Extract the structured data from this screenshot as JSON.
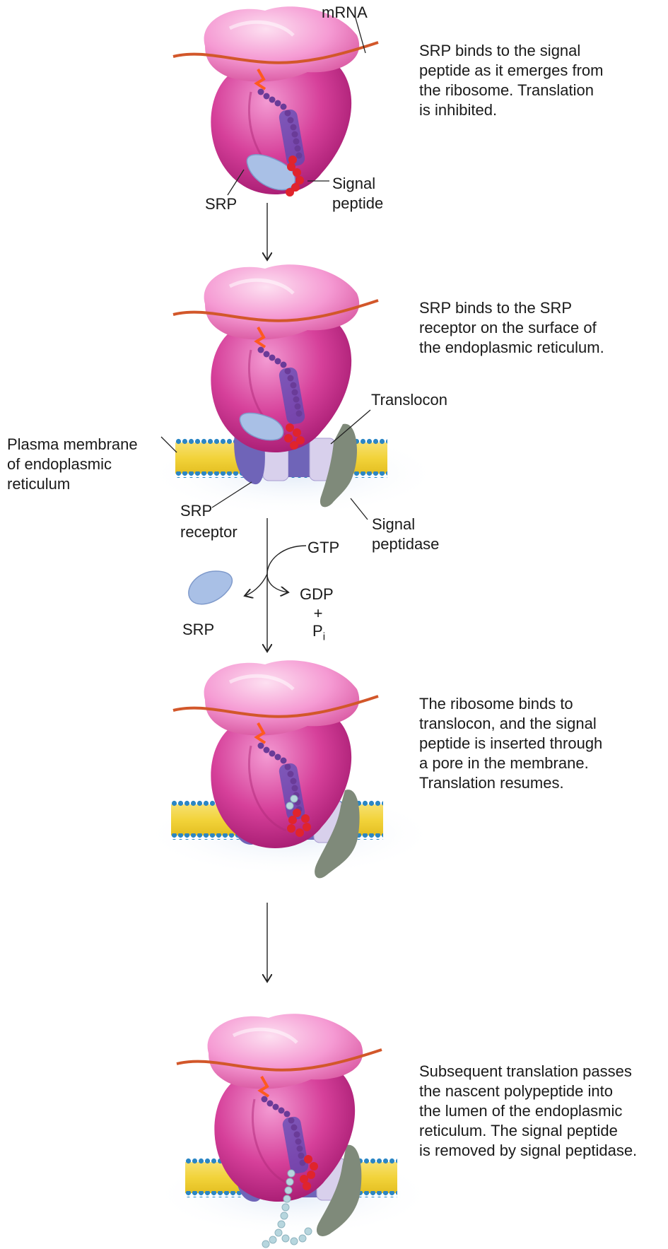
{
  "labels": {
    "mrna": "mRNA",
    "srp_1": "SRP",
    "signal_peptide": "Signal\npeptide",
    "translocon": "Translocon",
    "plasma_membrane": "Plasma membrane\nof endoplasmic\nreticulum",
    "srp_receptor": "SRP\nreceptor",
    "signal_peptidase": "Signal\npeptidase",
    "gtp": "GTP",
    "gdp": "GDP",
    "plus": "+",
    "pi_base": "P",
    "pi_sub": "i",
    "srp_2": "SRP"
  },
  "captions": {
    "step1": "SRP binds to the signal\npeptide as it emerges from\nthe ribosome. Translation\nis inhibited.",
    "step2": "SRP binds to the SRP\nreceptor on the surface of\nthe endoplasmic reticulum.",
    "step3": "The ribosome binds to\ntranslocon, and the signal\npeptide is inserted through\na pore in the membrane.\nTranslation resumes.",
    "step4": "Subsequent translation passes\nthe nascent polypeptide into\nthe lumen of the endoplasmic\nreticulum. The signal peptide\nis removed by signal peptidase."
  },
  "colors": {
    "ribosome_large": "#d6409a",
    "ribosome_small": "#f07cc4",
    "mrna": "#d2572a",
    "nascent_chain": "#7a3fa3",
    "signal_peptide": "#e0242c",
    "srp": "#a9c0e6",
    "srp_receptor": "#6f64b8",
    "translocon": "#d8d0ec",
    "signal_peptidase": "#7f8a7a",
    "membrane_lipid": "#f2d33a",
    "membrane_head": "#2b86c4",
    "lumen_chain": "#b7d6de"
  }
}
